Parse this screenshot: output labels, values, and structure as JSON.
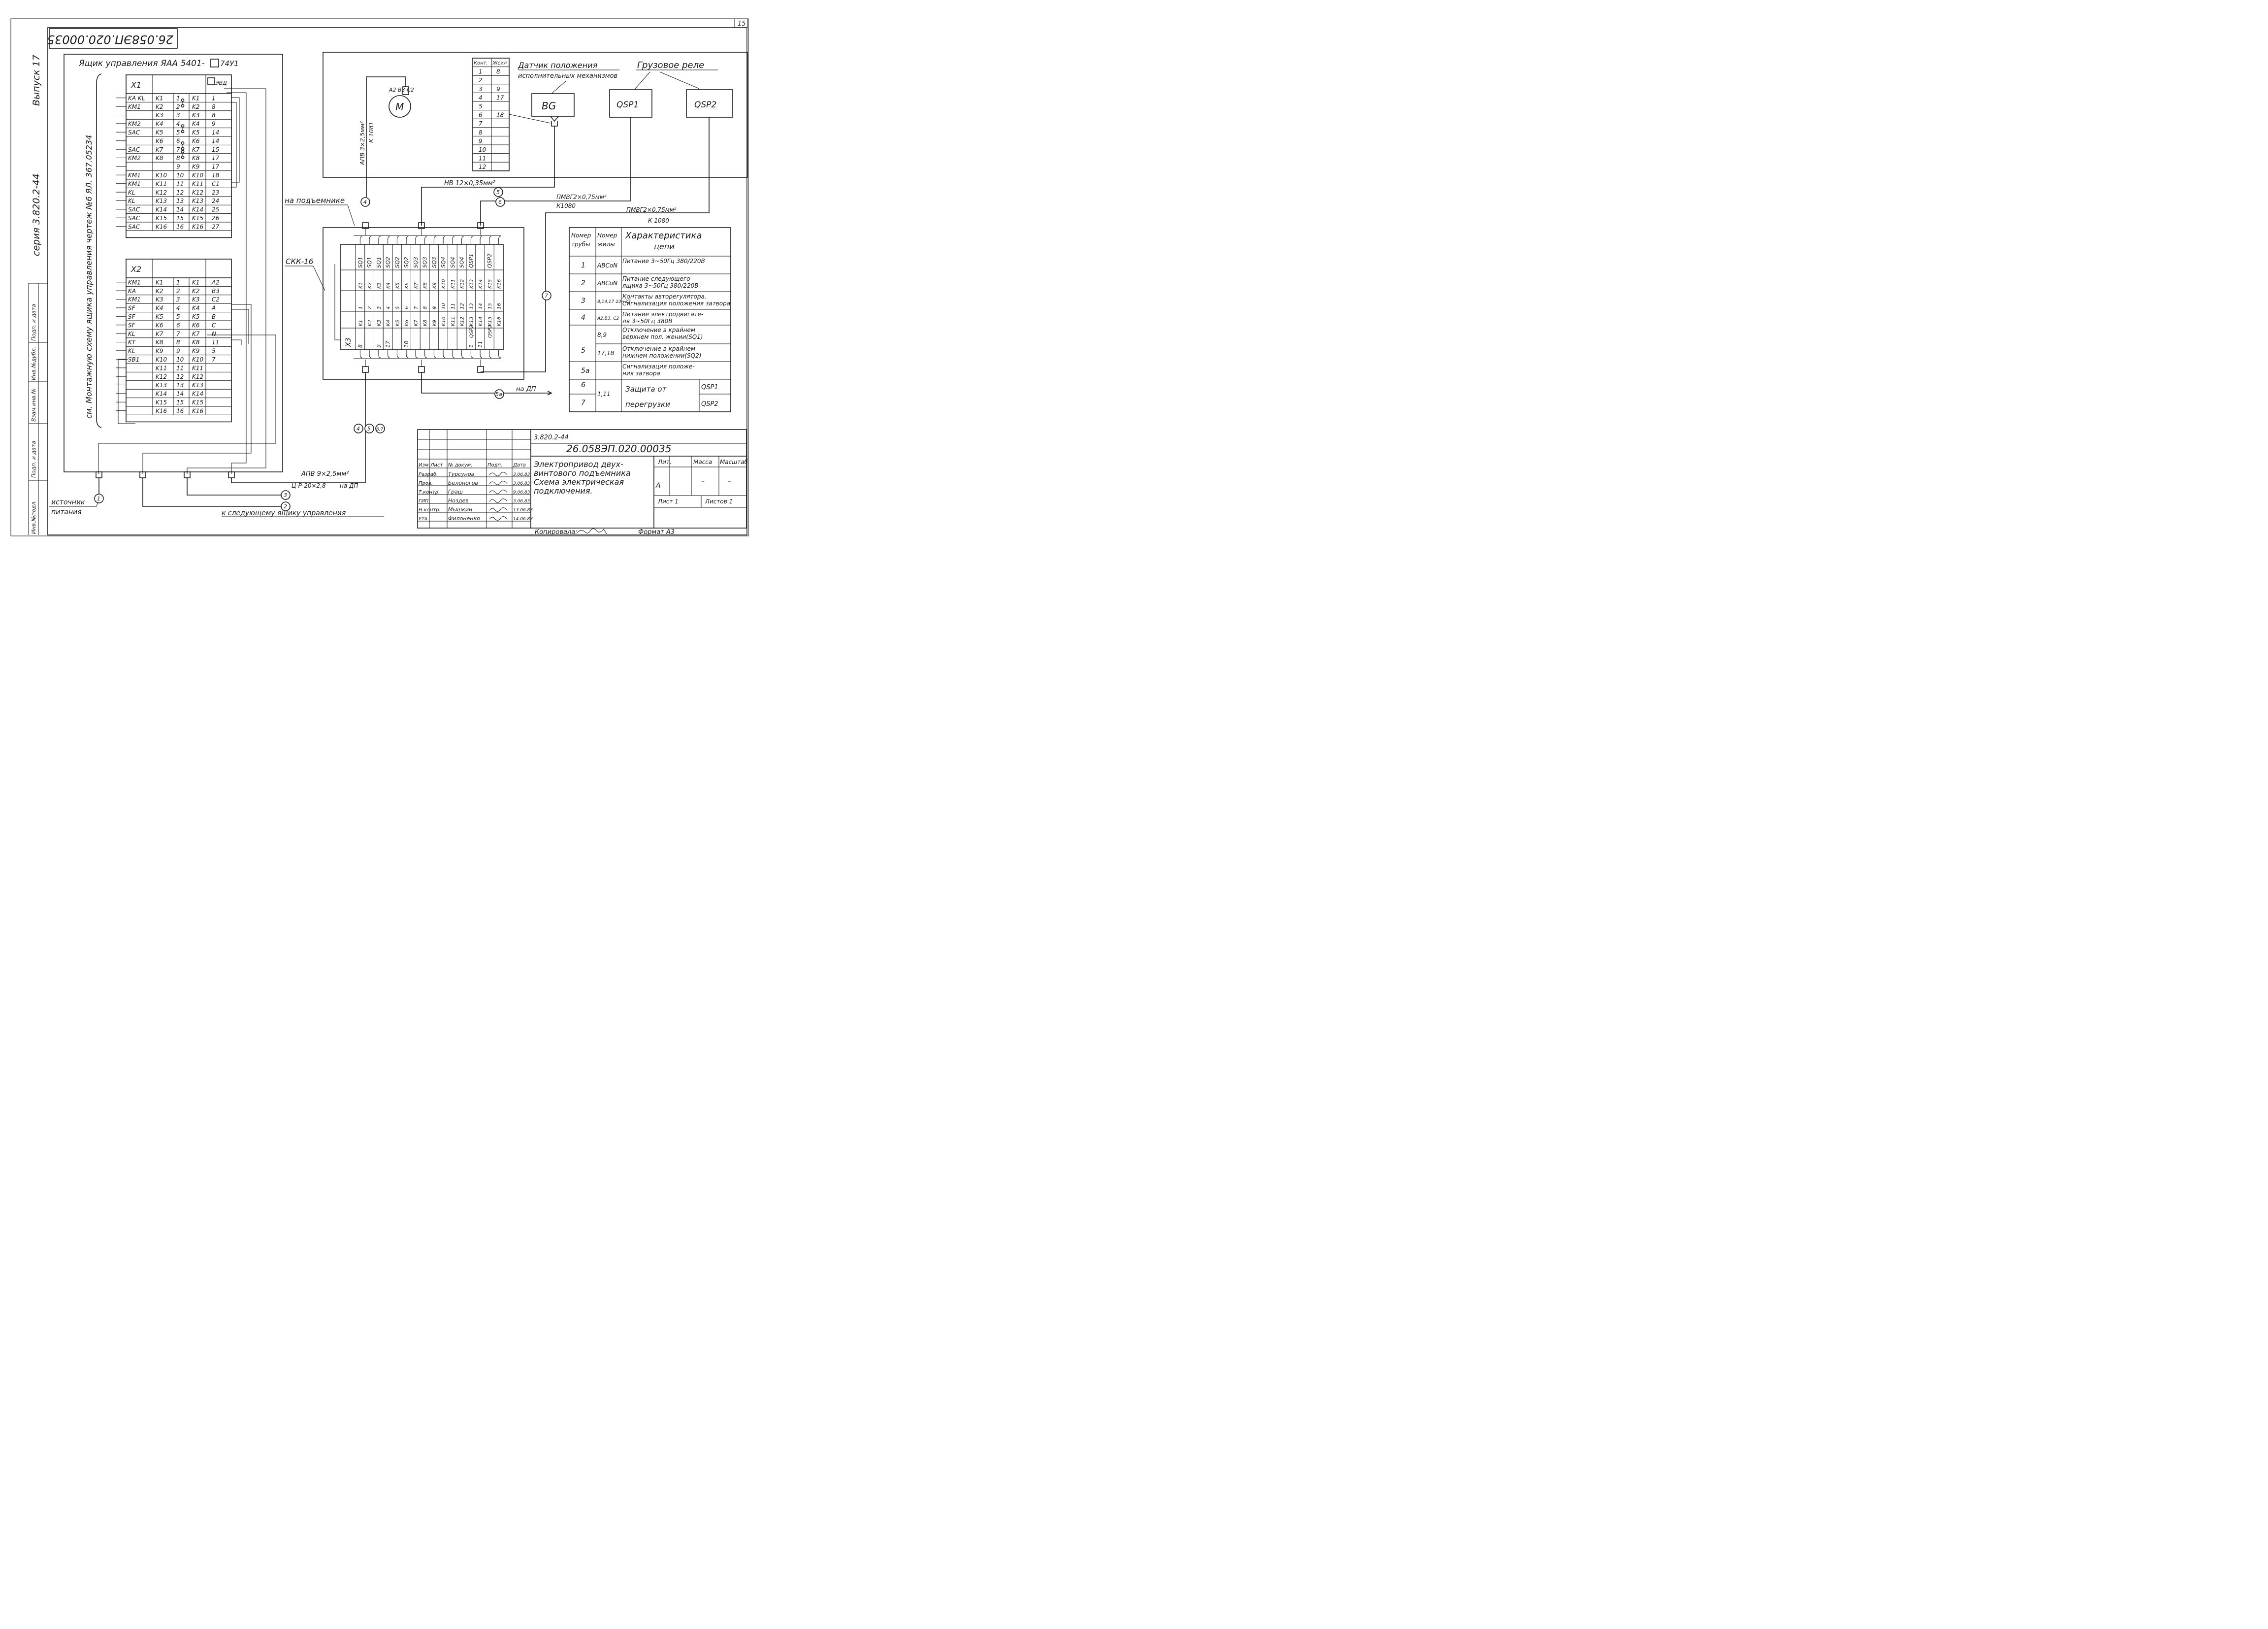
{
  "sheet_number": "15",
  "stamp_code_rotated": "26.058ЭП.020.00035",
  "series_vertical": "серия 3.820.2-44",
  "issue_vertical": "Выпуск 17",
  "margin_labels": [
    "Инв.№подл.",
    "Подп. и дата",
    "Взам.инв.№",
    "Инв.№дубл.",
    "Подп. и дата"
  ],
  "box_title": "Ящик управления ЯАА 5401-",
  "box_title_suffix": "74У1",
  "side_note": "см. Монтажную схему ящика управления чертеж №6 ЯЛ. 367.05234",
  "x1": {
    "name": "X1",
    "header_extra": "ЭВД",
    "rows": [
      {
        "wire": "KA KL",
        "c1": "K1",
        "n": "1",
        "c2": "K1",
        "tgt": "1"
      },
      {
        "wire": "KM1",
        "c1": "K2",
        "n": "2",
        "c2": "K2",
        "tgt": "8"
      },
      {
        "wire": "",
        "c1": "K3",
        "n": "3",
        "c2": "K3",
        "tgt": "8"
      },
      {
        "wire": "KM2",
        "c1": "K4",
        "n": "4",
        "c2": "K4",
        "tgt": "9"
      },
      {
        "wire": "SAC",
        "c1": "K5",
        "n": "5",
        "c2": "K5",
        "tgt": "14"
      },
      {
        "wire": "",
        "c1": "K6",
        "n": "6",
        "c2": "K6",
        "tgt": "14"
      },
      {
        "wire": "SAC",
        "c1": "K7",
        "n": "7",
        "c2": "K7",
        "tgt": "15"
      },
      {
        "wire": "KM2",
        "c1": "K8",
        "n": "8",
        "c2": "K8",
        "tgt": "17"
      },
      {
        "wire": "",
        "c1": "",
        "n": "9",
        "c2": "K9",
        "tgt": "17"
      },
      {
        "wire": "KM1",
        "c1": "K10",
        "n": "10",
        "c2": "K10",
        "tgt": "18"
      },
      {
        "wire": "KM1",
        "c1": "K11",
        "n": "11",
        "c2": "K11",
        "tgt": "C1"
      },
      {
        "wire": "KL",
        "c1": "K12",
        "n": "12",
        "c2": "K12",
        "tgt": "23"
      },
      {
        "wire": "KL",
        "c1": "K13",
        "n": "13",
        "c2": "K13",
        "tgt": "24"
      },
      {
        "wire": "SAC",
        "c1": "K14",
        "n": "14",
        "c2": "K14",
        "tgt": "25"
      },
      {
        "wire": "SAC",
        "c1": "K15",
        "n": "15",
        "c2": "K15",
        "tgt": "26"
      },
      {
        "wire": "SAC",
        "c1": "K16",
        "n": "16",
        "c2": "K16",
        "tgt": "27"
      }
    ]
  },
  "x2": {
    "name": "X2",
    "rows": [
      {
        "wire": "KM1",
        "c1": "K1",
        "n": "1",
        "c2": "K1",
        "tgt": "A2"
      },
      {
        "wire": "KA",
        "c1": "K2",
        "n": "2",
        "c2": "K2",
        "tgt": "B3"
      },
      {
        "wire": "KM1",
        "c1": "K3",
        "n": "3",
        "c2": "K3",
        "tgt": "C2"
      },
      {
        "wire": "SF",
        "c1": "K4",
        "n": "4",
        "c2": "K4",
        "tgt": "A"
      },
      {
        "wire": "SF",
        "c1": "K5",
        "n": "5",
        "c2": "K5",
        "tgt": "B"
      },
      {
        "wire": "SF",
        "c1": "K6",
        "n": "6",
        "c2": "K6",
        "tgt": "C"
      },
      {
        "wire": "KL",
        "c1": "K7",
        "n": "7",
        "c2": "K7",
        "tgt": "N"
      },
      {
        "wire": "KT",
        "c1": "K8",
        "n": "8",
        "c2": "K8",
        "tgt": "11"
      },
      {
        "wire": "KL",
        "c1": "K9",
        "n": "9",
        "c2": "K9",
        "tgt": "5"
      },
      {
        "wire": "SB1",
        "c1": "K10",
        "n": "10",
        "c2": "K10",
        "tgt": "7"
      },
      {
        "wire": "",
        "c1": "K11",
        "n": "11",
        "c2": "K11",
        "tgt": ""
      },
      {
        "wire": "",
        "c1": "K12",
        "n": "12",
        "c2": "K12",
        "tgt": ""
      },
      {
        "wire": "",
        "c1": "K13",
        "n": "13",
        "c2": "K13",
        "tgt": ""
      },
      {
        "wire": "",
        "c1": "K14",
        "n": "14",
        "c2": "K14",
        "tgt": ""
      },
      {
        "wire": "",
        "c1": "K15",
        "n": "15",
        "c2": "K15",
        "tgt": ""
      },
      {
        "wire": "",
        "c1": "K16",
        "n": "16",
        "c2": "K16",
        "tgt": ""
      }
    ]
  },
  "ckk_label": "СКК-16",
  "x3": {
    "name": "X3",
    "top": [
      "SQ1",
      "SQ1",
      "SQ1",
      "SQ2",
      "SQ2",
      "SQ2",
      "SQ3",
      "SQ3",
      "SQ3",
      "SQ4",
      "SQ4",
      "SQ4",
      "QSP1",
      "",
      "QSP2",
      ""
    ],
    "k_top": [
      "K1",
      "K2",
      "K3",
      "K4",
      "K5",
      "K6",
      "K7",
      "K8",
      "K9",
      "K10",
      "K11",
      "K12",
      "K13",
      "K14",
      "K15",
      "K16"
    ],
    "nums": [
      "1",
      "2",
      "3",
      "4",
      "5",
      "6",
      "7",
      "8",
      "9",
      "10",
      "11",
      "12",
      "13",
      "14",
      "15",
      "16"
    ],
    "k_bot": [
      "K1",
      "K2",
      "K3",
      "K4",
      "K5",
      "K6",
      "K7",
      "K8",
      "K9",
      "K10",
      "K11",
      "K12",
      "K13",
      "K14",
      "K15",
      "K16"
    ],
    "bottom": [
      "8",
      "",
      "9",
      "17",
      "",
      "18",
      "",
      "",
      "",
      "",
      "",
      "",
      "1",
      "11",
      "",
      ""
    ],
    "bottom_extra": [
      "QSP2",
      "QSP2"
    ]
  },
  "motor": {
    "label": "M",
    "terminals": "A2 B3 C2"
  },
  "cable_apv_top": "АПВ 3×2,5мм²",
  "cable_apv_top_code": "К 1081",
  "on_hoist": "на подъемнике",
  "cable_hb": "НВ 12×0,35мм²",
  "cable_pmvg1": "ПМВГ2×0,75мм²",
  "cable_pmvg1_code": "К1080",
  "cable_pmvg2": "ПМВГ2×0,75мм²",
  "cable_pmvg2_code": "К 1080",
  "kont_table": {
    "headers": [
      "Конт.",
      "Жсил"
    ],
    "rows": [
      [
        "1",
        "8"
      ],
      [
        "2",
        ""
      ],
      [
        "3",
        "9"
      ],
      [
        "4",
        "17"
      ],
      [
        "5",
        ""
      ],
      [
        "6",
        "18"
      ],
      [
        "7",
        ""
      ],
      [
        "8",
        ""
      ],
      [
        "9",
        ""
      ],
      [
        "10",
        ""
      ],
      [
        "11",
        ""
      ],
      [
        "12",
        ""
      ]
    ]
  },
  "sensor_title": "Датчик положения",
  "sensor_sub": "исполнительных механизмов",
  "sensor_box": "BG",
  "relay_title": "Грузовое реле",
  "relay1": "QSP1",
  "relay2": "QSP2",
  "circles": [
    "1",
    "2",
    "3",
    "4",
    "5",
    "6",
    "7",
    "5а",
    "4",
    "5",
    "6,7"
  ],
  "to_dp_1": "на ДП",
  "to_dp_2": "на ДП",
  "cable_apv_bottom": "АПВ 9×2,5мм²",
  "cable_c": "Ц-Р-20×2,8",
  "source_1": "источник",
  "source_2": "питания",
  "next_box": "к следующему ящику управления",
  "char_table": {
    "h1": [
      "Номер",
      "трубы"
    ],
    "h2": [
      "Номер",
      "жилы"
    ],
    "h3": [
      "Характеристика",
      "цепи"
    ],
    "rows": [
      {
        "pipe": "1",
        "core": "ABCoN",
        "desc": [
          "Питание 3~50Гц 380/220В"
        ]
      },
      {
        "pipe": "2",
        "core": "ABCoN",
        "desc": [
          "Питание следующего",
          "ящика 3~50Гц 380/220В"
        ]
      },
      {
        "pipe": "3",
        "core": "8,14,17 23÷27",
        "desc": [
          "Контакты авторегулятора.",
          "Сигнализация положения затвора"
        ]
      },
      {
        "pipe": "4",
        "core": "A2,B3, C2",
        "desc": [
          "Питание электродвигате-",
          "ля 3~50Гц 380В"
        ]
      },
      {
        "pipe": "5",
        "core": "8,9",
        "desc": [
          "Отключение в крайнем",
          "верхнем пол. жении(SQ1)"
        ]
      },
      {
        "pipe": "",
        "core": "17,18",
        "desc": [
          "Отключение в крайнем",
          "нижнем положении(SQ2)"
        ]
      },
      {
        "pipe": "5а",
        "core": "",
        "desc": [
          "Сигнализация положе-",
          "ния затвора"
        ]
      },
      {
        "pipe": "6",
        "core": "1,11",
        "desc": [
          "Защита от"
        ],
        "relay": "QSP1"
      },
      {
        "pipe": "7",
        "core": "",
        "desc": [
          "перегрузки"
        ],
        "relay": "QSP2"
      }
    ]
  },
  "title_block": {
    "series": "3.820.2-44",
    "code": "26.058ЭП.020.00035",
    "name": [
      "Электропривод двух-",
      "винтового подъемника",
      "Схема электрическая",
      "подключения."
    ],
    "lit_headers": [
      "Лит.",
      "Масса",
      "Масштаб"
    ],
    "lit_value": "А",
    "mass": "–",
    "scale": "–",
    "sheet": "Лист 1",
    "sheets": "Листов 1",
    "col_headers": [
      "Изм.",
      "Лист",
      "№ докум.",
      "Подп.",
      "Дата"
    ],
    "people": [
      {
        "role": "Разраб.",
        "name": "Турсунов",
        "date": "3.06.83"
      },
      {
        "role": "Пров.",
        "name": "Белоногов",
        "date": "3.06.83"
      },
      {
        "role": "Т.контр.",
        "name": "Граш",
        "date": "9.06.83"
      },
      {
        "role": "ГИП",
        "name": "Ноздев",
        "date": "3.06.83"
      },
      {
        "role": "Н.контр.",
        "name": "Мышкин",
        "date": "13.06.83"
      },
      {
        "role": "Утв.",
        "name": "Филоненко",
        "date": "14.06.83"
      }
    ]
  },
  "copied": "Копировала:",
  "format": "Формат А3"
}
